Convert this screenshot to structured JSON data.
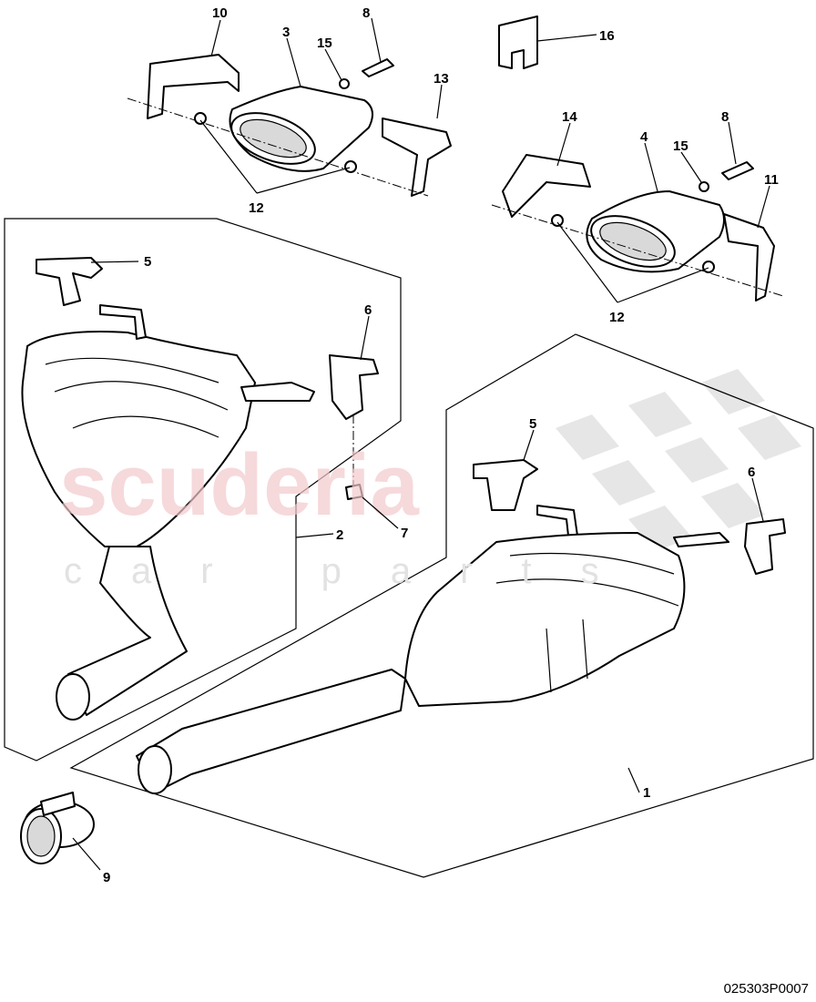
{
  "diagram_code": "025303P0007",
  "watermark": {
    "line1": "scuderia",
    "line2": "car parts"
  },
  "callouts": [
    "10",
    "3",
    "15",
    "8",
    "16",
    "13",
    "12",
    "14",
    "4",
    "15",
    "8",
    "11",
    "12",
    "5",
    "6",
    "7",
    "2",
    "5",
    "6",
    "1",
    "9"
  ]
}
